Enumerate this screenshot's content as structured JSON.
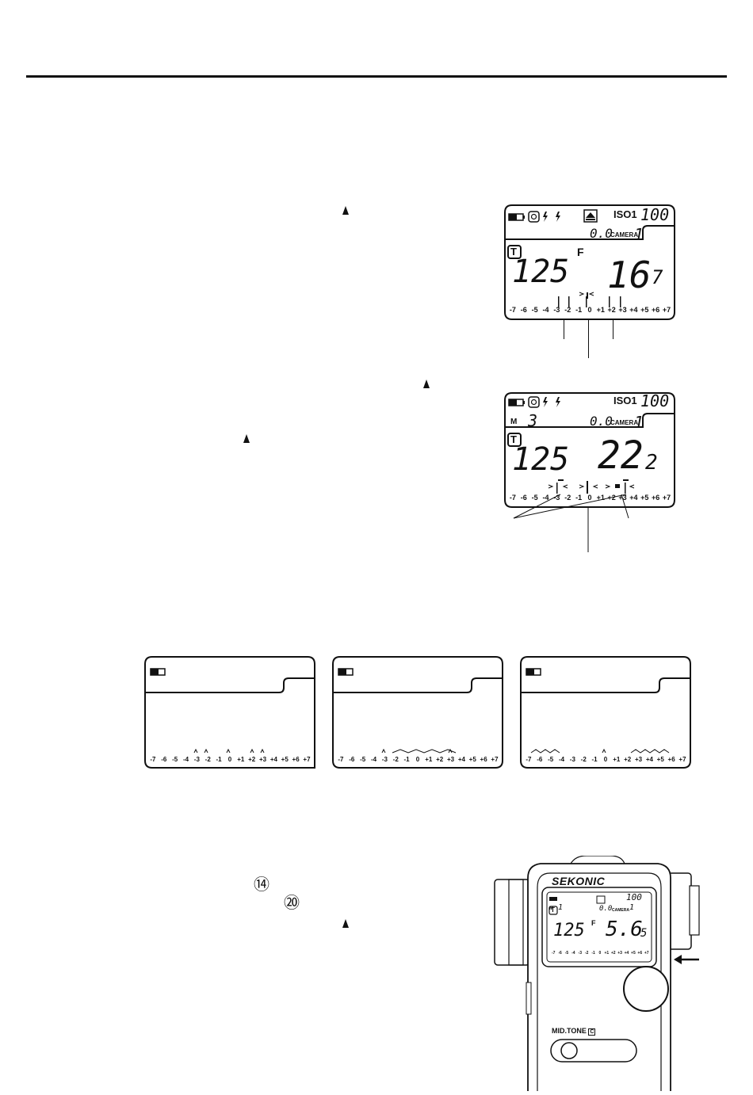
{
  "scale_labels": [
    "-7",
    "-6",
    "-5",
    "-4",
    "-3",
    "-2",
    "-1",
    "0",
    "+1",
    "+2",
    "+3",
    "+4",
    "+5",
    "+6",
    "+7"
  ],
  "display1": {
    "iso_label": "ISO1",
    "iso_value": "100",
    "compensation": "0.0",
    "camera_label": "CAMERA",
    "camera_number": "1",
    "mode_letter": "T",
    "f_label": "F",
    "shutter": "125",
    "aperture": "16",
    "aperture_tenths": "7"
  },
  "display2": {
    "iso_label": "ISO1",
    "iso_value": "100",
    "memory_label": "M",
    "memory_count": "3",
    "compensation": "0.0",
    "camera_label": "CAMERA",
    "camera_number": "1",
    "mode_letter": "T",
    "shutter": "125",
    "aperture": "22",
    "aperture_tenths": "2"
  },
  "device": {
    "brand": "SEKONIC",
    "iso_value": "100",
    "memory_label": "M",
    "memory_count": "1",
    "compensation": "0.0",
    "camera_label": "CAMERA",
    "camera_number": "1",
    "mode_letter": "T",
    "f_label": "F",
    "shutter": "125",
    "aperture": "5.6",
    "aperture_tenths": "5",
    "midtone_label": "MID.TONE",
    "midtone_badge": "C"
  },
  "refs": {
    "ref_14": "⑭",
    "ref_20": "⑳"
  }
}
